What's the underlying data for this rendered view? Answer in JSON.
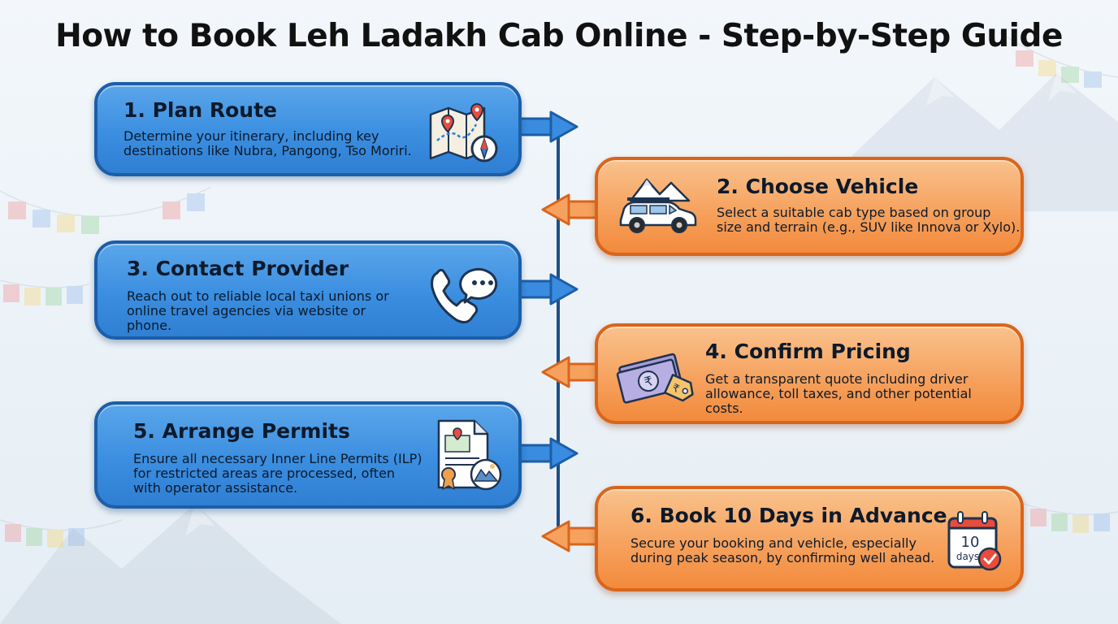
{
  "title": "How to Book Leh Ladakh Cab Online - Step-by-Step Guide",
  "steps": [
    {
      "title": "1. Plan Route",
      "description": "Determine your itinerary, including key\ndestinations like Nubra, Pangong, Tso Moriri.",
      "icon": "map-compass-icon",
      "color": "blue"
    },
    {
      "title": "2. Choose Vehicle",
      "description": "Select a suitable cab type based on group\nsize and terrain (e.g., SUV like Innova or Xylo).",
      "icon": "suv-mountain-icon",
      "color": "orange"
    },
    {
      "title": "3. Contact Provider",
      "description": "Reach out to reliable local taxi unions or\nonline travel agencies via website or\nphone.",
      "icon": "phone-chat-icon",
      "color": "blue"
    },
    {
      "title": "4. Confirm Pricing",
      "description": "Get a transparent quote including driver\nallowance, toll taxes, and other potential\ncosts.",
      "icon": "rupee-cash-tag-icon",
      "color": "orange"
    },
    {
      "title": "5. Arrange Permits",
      "description": "Ensure all necessary Inner Line Permits (ILP)\nfor restricted areas are processed, often\nwith operator assistance.",
      "icon": "permit-document-icon",
      "color": "blue"
    },
    {
      "title": "6. Book 10 Days in Advance",
      "description": "Secure your booking and vehicle, especially\nduring peak season, by confirming well ahead.",
      "icon": "calendar-check-icon",
      "color": "orange",
      "calendar_number": "10",
      "calendar_unit": "days"
    }
  ],
  "colors": {
    "blue_card": "#3b8ee0",
    "blue_border": "#1c5ea8",
    "orange_card": "#f6a25e",
    "orange_border": "#d9651c",
    "timeline": "#1f4f86"
  }
}
